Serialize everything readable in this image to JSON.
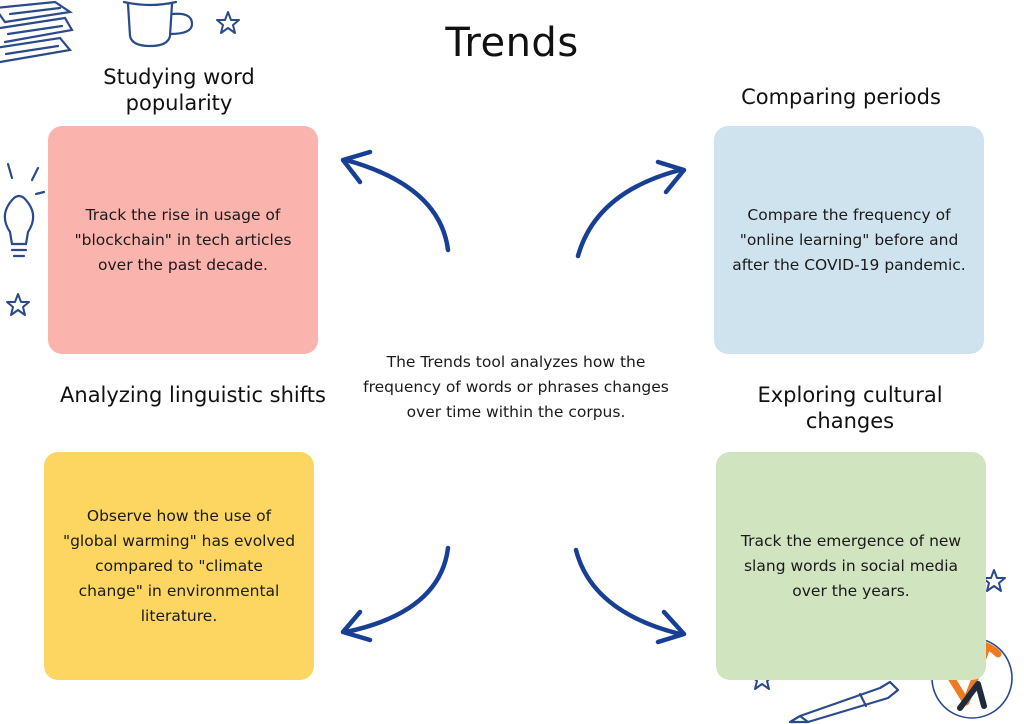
{
  "title": "Trends",
  "center_text": "The Trends tool analyzes how the frequency of words or phrases changes over time within the corpus.",
  "colors": {
    "arrow": "#173f94",
    "doodle": "#2a4a8a",
    "pink_card": "#fbb3ad",
    "blue_card": "#cfe3ef",
    "yellow_card": "#fdd662",
    "green_card": "#cfe4bf",
    "logo_orange": "#ee7a21",
    "logo_dark": "#1f2a3a"
  },
  "quadrants": {
    "top_left": {
      "heading": "Studying word popularity",
      "body": "Track the rise in usage of \"blockchain\" in tech articles over the past decade."
    },
    "top_right": {
      "heading": "Comparing periods",
      "body": "Compare the frequency of \"online learning\" before and after the COVID-19 pandemic."
    },
    "bottom_left": {
      "heading": "Analyzing linguistic shifts",
      "body": "Observe how the use of \"global warming\" has evolved compared to \"climate change\" in environmental literature."
    },
    "bottom_right": {
      "heading": "Exploring cultural changes",
      "body": "Track the emergence of new slang words in social media over the years."
    }
  },
  "icons": [
    "books-icon",
    "mug-icon",
    "star-icon",
    "lightbulb-icon",
    "pen-icon",
    "logo-icon"
  ]
}
